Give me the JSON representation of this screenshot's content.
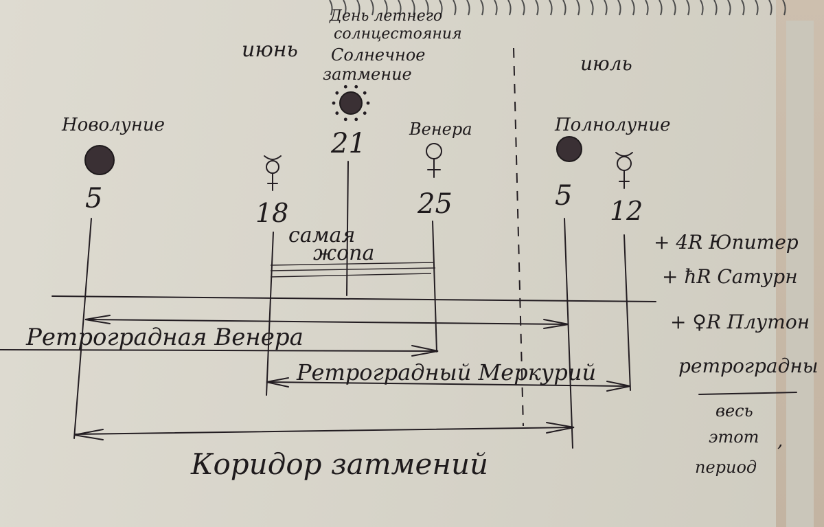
{
  "months": {
    "june": "июнь",
    "july": "июль"
  },
  "solstice": {
    "title_line1": "День летнего",
    "title_line2": "солнцестояния",
    "eclipse_line1": "Солнечное",
    "eclipse_line2": "затмение",
    "day": "21"
  },
  "new_moon": {
    "label": "Новолуние",
    "day": "5"
  },
  "mercury_start": {
    "day": "18",
    "icon": "mercury-icon"
  },
  "venus": {
    "label": "Венера",
    "day": "25",
    "icon": "venus-icon"
  },
  "full_moon": {
    "label": "Полнолуние",
    "day": "5"
  },
  "mercury_end": {
    "day": "12",
    "icon": "mercury-icon"
  },
  "worst_period": {
    "line1": "самая",
    "line2": "жопа"
  },
  "spans": {
    "retro_venus": "Ретроградная Венера",
    "retro_mercury": "Ретроградный Меркурий",
    "eclipse_corridor": "Коридор затмений"
  },
  "side_notes": {
    "jupiter": "+ 4R Юпитер",
    "saturn": "+ ħR Сатурн",
    "pluto": "+ ♀R Плутон",
    "retrograde": "ретроградны",
    "whole_line1": "весь",
    "whole_line2": "этот",
    "whole_line3": "период"
  },
  "colors": {
    "ink": "#231d22",
    "paper": "#dedbd1"
  }
}
